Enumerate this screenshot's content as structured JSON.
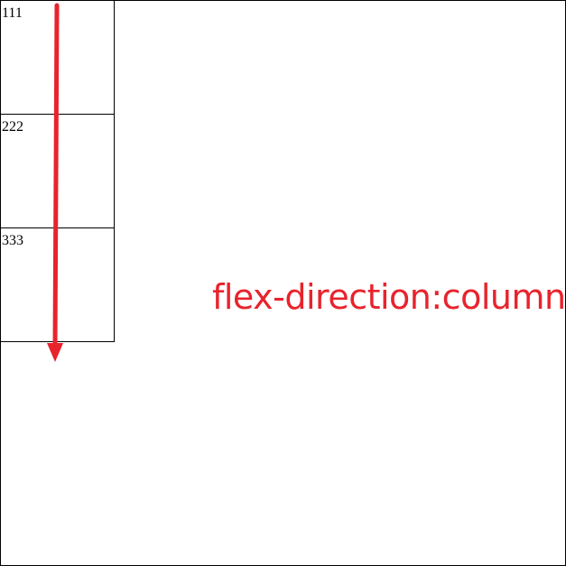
{
  "items": [
    {
      "label": "111"
    },
    {
      "label": "222"
    },
    {
      "label": "333"
    }
  ],
  "caption": {
    "text": "flex-direction:column"
  },
  "colors": {
    "border": "#000000",
    "accent": "#e8232c"
  }
}
